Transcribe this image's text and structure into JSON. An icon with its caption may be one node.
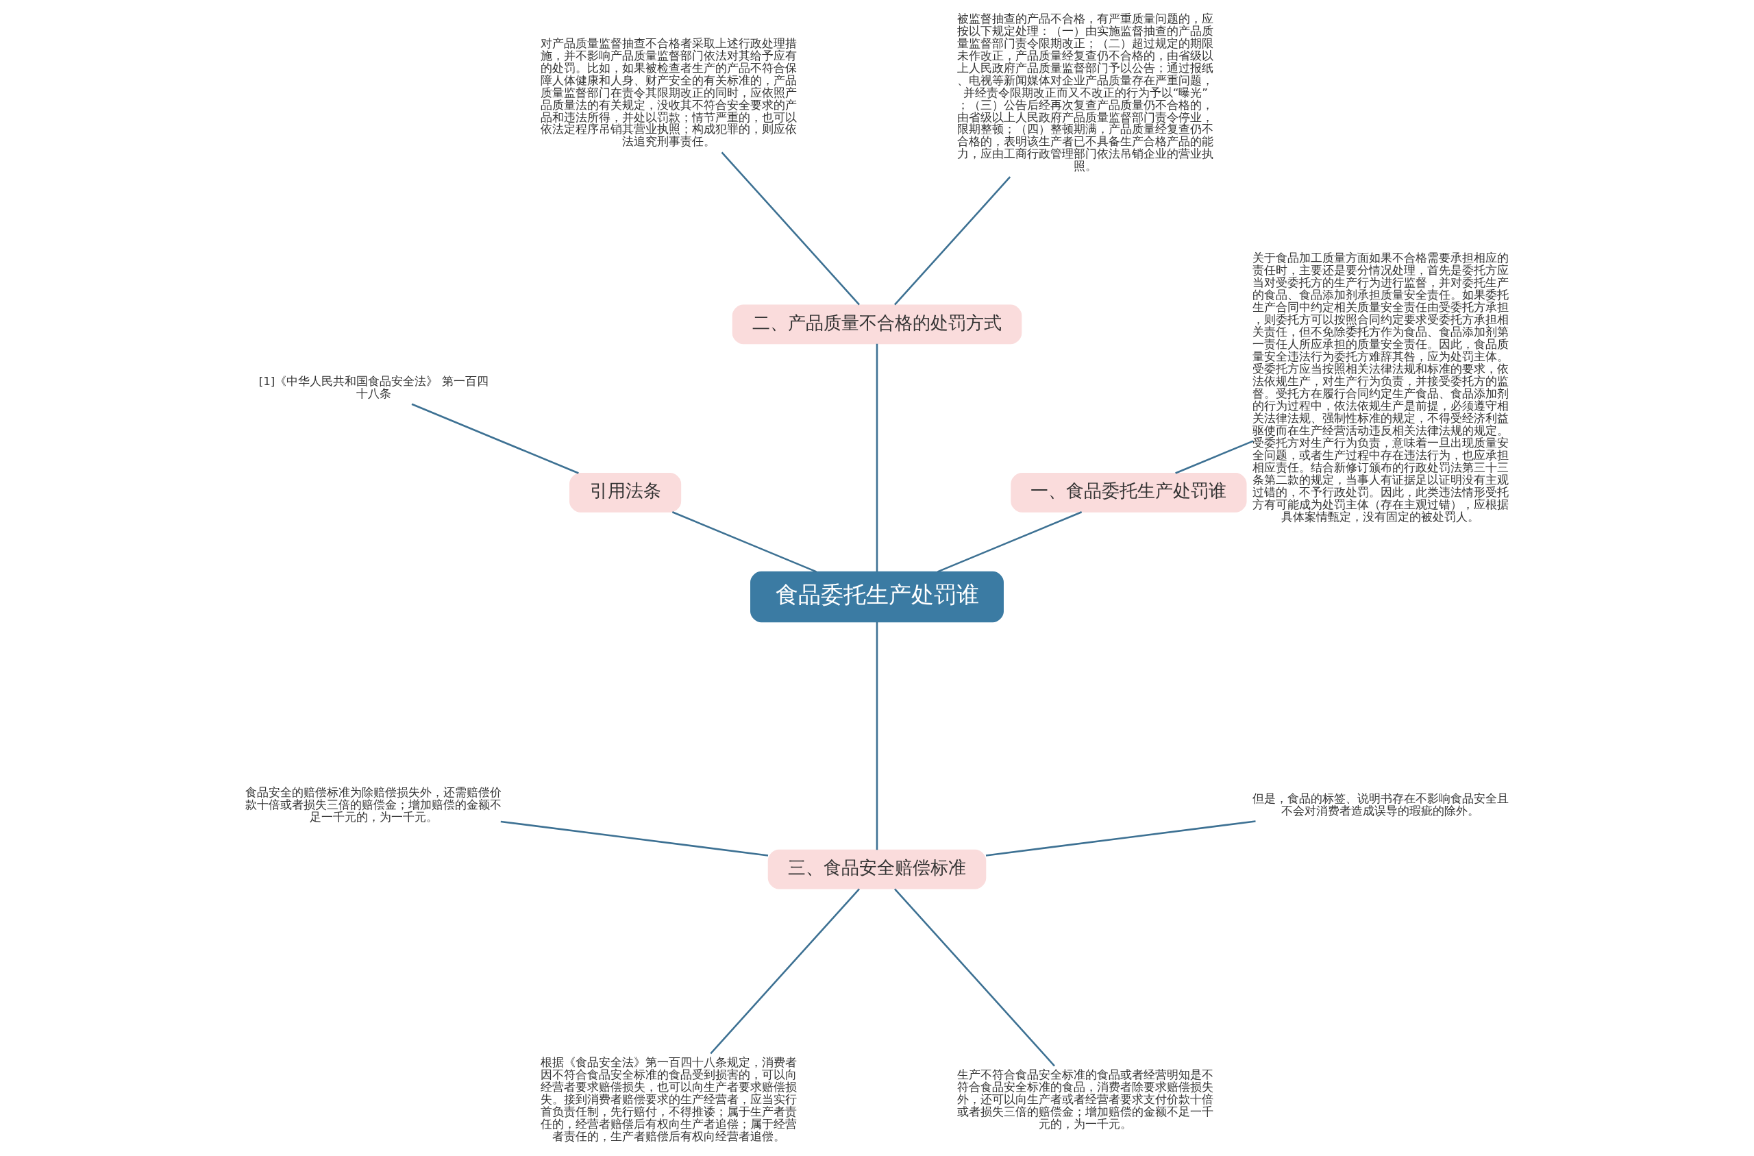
{
  "diagram": {
    "nodes": [
      {
        "text": [
          "食品委托生产处罚谁"
        ]
      },
      {
        "text": [
          "一、食品委托生产处罚谁"
        ]
      },
      {
        "text": [
          "关于食品加工质量方面如果不合格需要承担相应的责任时，主要还是要分情况处理，首先是委托方应当对受委托方的生产行为进行监督，并对委托生产的食品、食品添加剂承担质量安全责任。如果委托生产合同中约定相关质量安全责任由受委托方承担，则委托方可以按照合同约定要求受委托方承担相关责任，但不免除委托方作为食品、食品添加剂第一责任人所应承担的质量安全责任。因此，食品质量安全违法行为委托方难辞其咎，应为处罚主体。受委托方应当按照相关法律法规和标准的要求，依法依规生产，对生产行为负责，并接受委托方的监督。受托方在履行合同约定生产食品、食品添加剂的行为过程中，依法依规生产是前提，必须遵守相关法律法规、强制性标准的规定，不得受经济利益驱使而在生产经营活动违反相关法律法规的规定。受委托方对生产行为负责，意味着一旦出现质量安全问题，或者生产过程中存在违法行为，也应承担相应责任。结合新修订颁布的行政处罚法第三十三条第二款的规定，当事人有证据足以证明没有主观过错的，不予行政处罚。因此，此类违法情形受托方有可能成为处罚主体（存在主观过错），应根据具体案情甄定，没有固定的被处罚人。"
        ]
      },
      {
        "text": [
          "二、产品质量不合格的处罚方式"
        ]
      },
      {
        "text": [
          "被监督抽查的产品不合格，有严重质量问题的，应按以下规定处理：（一）由实施监督抽查的产品质量监督部门责令限期改正；（二）超过规定的期限未作改正，产品质量经复查仍不合格的，由省级以上人民政府产品质量监督部门予以公告；通过报纸、电视等新闻媒体对企业产品质量存在严重问题，并经责令限期改正而又不改正的行为予以“曝光”；（三）公告后经再次复查产品质量仍不合格的，由省级以上人民政府产品质量监督部门责令停业，限期整顿；（四）整顿期满，产品质量经复查仍不合格的，表明该生产者已不具备生产合格产品的能力，应由工商行政管理部门依法吊销企业的营业执照。"
        ]
      },
      {
        "text": [
          "对产品质量监督抽查不合格者采取上述行政处理措施，并不影响产品质量监督部门依法对其给予应有的处罚。比如，如果被检查者生产的产品不符合保障人体健康和人身、财产安全的有关标准的，产品质量监督部门在责令其限期改正的同时，应依照产品质量法的有关规定，没收其不符合安全要求的产品和违法所得，并处以罚款；情节严重的，也可以依法定程序吊销其营业执照；构成犯罪的，则应依法追究刑事责任。"
        ]
      },
      {
        "text": [
          "引用法条"
        ]
      },
      {
        "text": [
          "[1]《中华人民共和国食品安全法》 第一百四十八条"
        ]
      },
      {
        "text": [
          "三、食品安全赔偿标准"
        ]
      },
      {
        "text": [
          "食品安全的赔偿标准为除赔偿损失外，还需赔偿价款十倍或者损失三倍的赔偿金；增加赔偿的金额不足一千元的，为一千元。"
        ]
      },
      {
        "text": [
          "根据《食品安全法》第一百四十八条规定，消费者因不符合食品安全标准的食品受到损害的，可以向经营者要求赔偿损失，也可以向生产者要求赔偿损失。接到消费者赔偿要求的生产经营者，应当实行首负责任制，先行赔付，不得推诿；属于生产者责任的，经营者赔偿后有权向生产者追偿；属于经营者责任的，生产者赔偿后有权向经营者追偿。"
        ]
      },
      {
        "text": [
          "生产不符合食品安全标准的食品或者经营明知是不符合食品安全标准的食品，消费者除要求赔偿损失外，还可以向生产者或者经营者要求支付价款十倍或者损失三倍的赔偿金；增加赔偿的金额不足一千元的，为一千元。"
        ]
      },
      {
        "text": [
          "但是，食品的标签、说明书存在不影响食品安全且不会对消费者造成误导的瑕疵的除外。"
        ]
      }
    ],
    "edges": [
      {
        "from": 0,
        "to": 1,
        "arrow": "none"
      },
      {
        "from": 1,
        "to": 2,
        "arrow": "none"
      },
      {
        "from": 0,
        "to": 3,
        "arrow": "none"
      },
      {
        "from": 3,
        "to": 4,
        "arrow": "none"
      },
      {
        "from": 3,
        "to": 5,
        "arrow": "none"
      },
      {
        "from": 0,
        "to": 6,
        "arrow": "none"
      },
      {
        "from": 6,
        "to": 7,
        "arrow": "none"
      },
      {
        "from": 0,
        "to": 8,
        "arrow": "none"
      },
      {
        "from": 8,
        "to": 9,
        "arrow": "none"
      },
      {
        "from": 8,
        "to": 10,
        "arrow": "none"
      },
      {
        "from": 8,
        "to": 11,
        "arrow": "none"
      },
      {
        "from": 8,
        "to": 12,
        "arrow": "none"
      }
    ]
  }
}
